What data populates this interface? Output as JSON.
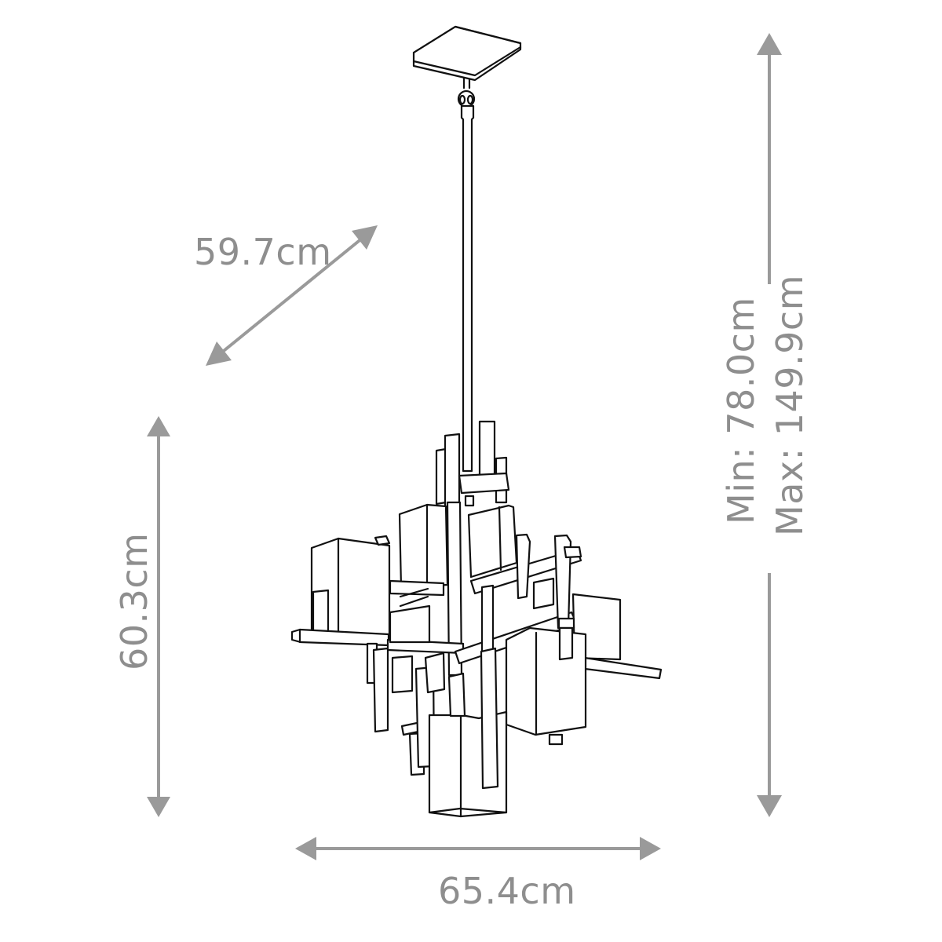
{
  "diagram": {
    "subject": "pendant-light-fixture",
    "dimensions": {
      "depth": {
        "label": "59.7cm",
        "orientation": "diagonal"
      },
      "height_body": {
        "label": "60.3cm",
        "orientation": "vertical"
      },
      "width": {
        "label": "65.4cm",
        "orientation": "horizontal"
      },
      "drop_height": {
        "min_label": "Min: 78.0cm",
        "max_label": "Max: 149.9cm",
        "orientation": "vertical"
      }
    },
    "colors": {
      "dimension": "#9a9a9a",
      "linework": "#111111",
      "background": "#ffffff"
    }
  }
}
